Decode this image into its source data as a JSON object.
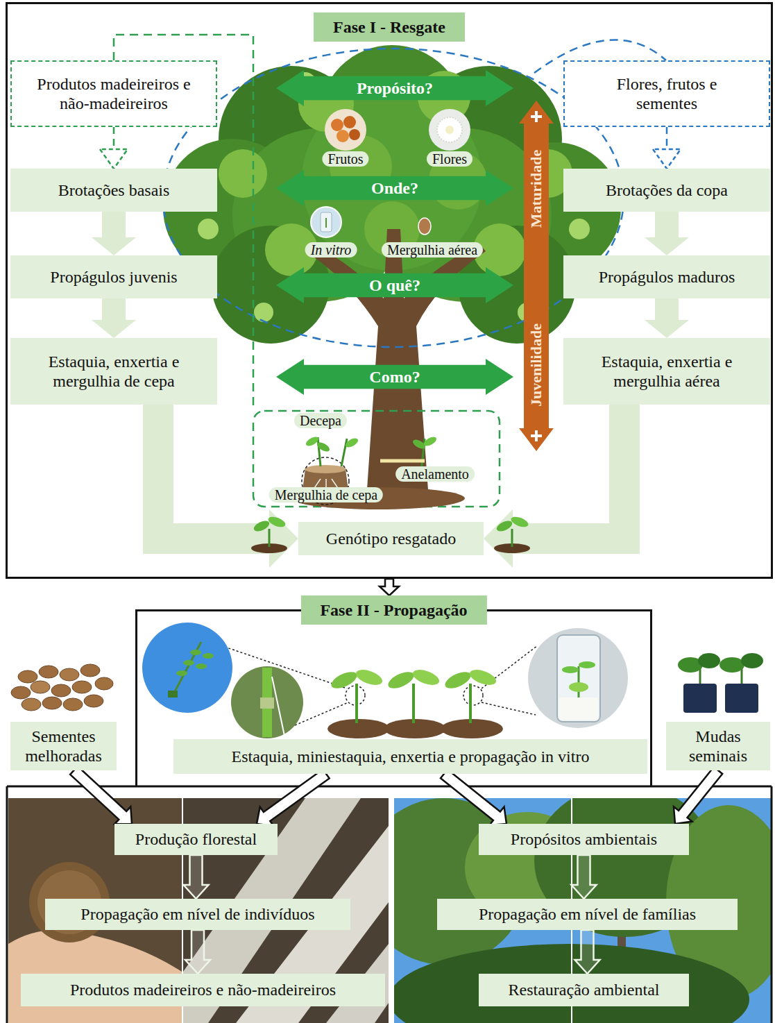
{
  "diagram": {
    "nodes": [
      {
        "text": [
          "Fase I - Resgate"
        ]
      },
      {
        "text": [
          "Produtos madeireiros e não-madeireiros"
        ],
        "in": 0
      },
      {
        "text": [
          "Flores, frutos e sementes"
        ],
        "in": 0
      },
      {
        "text": [
          "Propósito?"
        ],
        "in": 0
      },
      {
        "text": [
          "Onde?"
        ],
        "in": 0
      },
      {
        "text": [
          "O quê?"
        ],
        "in": 0
      },
      {
        "text": [
          "Como?"
        ],
        "in": 0
      },
      {
        "text": [
          "Brotações basais"
        ],
        "in": 0
      },
      {
        "text": [
          "Propágulos juvenis"
        ],
        "in": 0
      },
      {
        "text": [
          "Estaquia, enxertia e mergulhia de cepa"
        ],
        "in": 0
      },
      {
        "text": [
          "Brotações da copa"
        ],
        "in": 0
      },
      {
        "text": [
          "Propágulos maduros"
        ],
        "in": 0
      },
      {
        "text": [
          "Estaquia, enxertia e mergulhia aérea"
        ],
        "in": 0
      },
      {
        "text": [
          "Genótipo resgatado"
        ],
        "in": 0
      },
      {
        "text": [
          "Fase II - Propagação"
        ]
      },
      {
        "text": [
          "Estaquia, miniestaquia, enxertia e propagação in vitro"
        ],
        "in": 14
      },
      {
        "text": [
          "Sementes melhoradas"
        ]
      },
      {
        "text": [
          "Mudas seminais"
        ]
      },
      {
        "text": [
          "Produção florestal"
        ]
      },
      {
        "text": [
          "Propagação em nível de indivíduos"
        ]
      },
      {
        "text": [
          "Produtos madeireiros e não-madeireiros"
        ]
      },
      {
        "text": [
          "Propósitos ambientais"
        ]
      },
      {
        "text": [
          "Propagação em nível de famílias"
        ]
      },
      {
        "text": [
          "Restauração ambiental"
        ]
      }
    ],
    "edges": [
      {
        "from": 1,
        "to": 7,
        "arrow": "to"
      },
      {
        "from": 7,
        "to": 8,
        "arrow": "to"
      },
      {
        "from": 8,
        "to": 9,
        "arrow": "to"
      },
      {
        "from": 9,
        "to": 13,
        "arrow": "to"
      },
      {
        "from": 2,
        "to": 10,
        "arrow": "to"
      },
      {
        "from": 10,
        "to": 11,
        "arrow": "to"
      },
      {
        "from": 11,
        "to": 12,
        "arrow": "to"
      },
      {
        "from": 12,
        "to": 13,
        "arrow": "to"
      },
      {
        "from": 0,
        "to": 14,
        "arrow": "to"
      },
      {
        "from": 16,
        "to": 18,
        "arrow": "to"
      },
      {
        "from": 15,
        "to": 18,
        "arrow": "to"
      },
      {
        "from": 15,
        "to": 21,
        "arrow": "to"
      },
      {
        "from": 17,
        "to": 21,
        "arrow": "to"
      },
      {
        "from": 18,
        "to": 19,
        "arrow": "to"
      },
      {
        "from": 19,
        "to": 20,
        "arrow": "to"
      },
      {
        "from": 21,
        "to": 22,
        "arrow": "to"
      },
      {
        "from": 22,
        "to": 23,
        "arrow": "to"
      }
    ],
    "labels": [
      "Frutos",
      "Flores",
      "In vitro",
      "Mergulhia aérea",
      "Maturidade",
      "Juvenilidade",
      "Decepa",
      "Anelamento",
      "Mergulhia de cepa"
    ]
  }
}
